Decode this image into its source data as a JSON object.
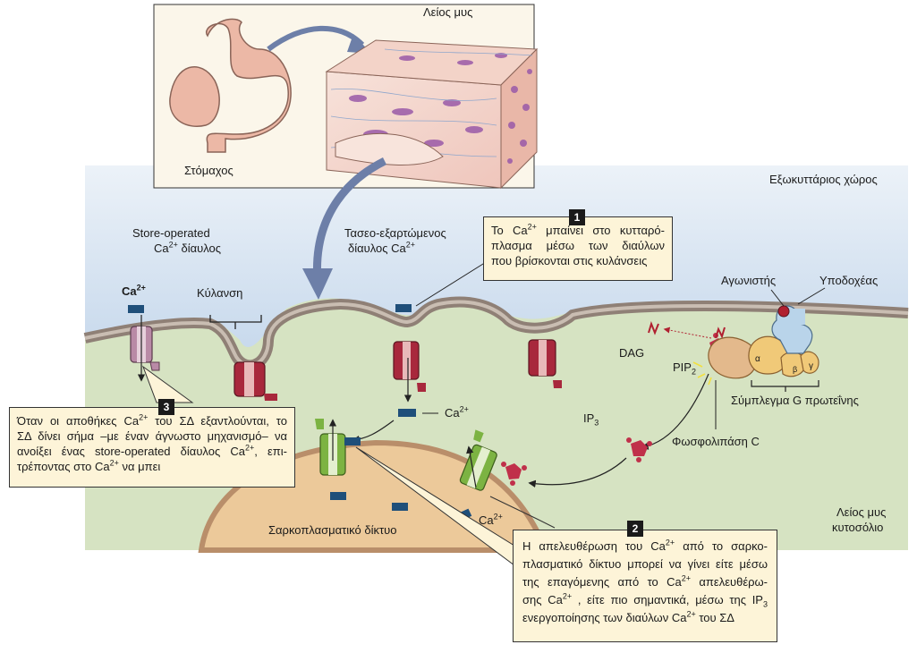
{
  "labels": {
    "smooth_muscle_top": "Λείος μυς",
    "stomach": "Στόμαχος",
    "extracellular": "Εξωκυττάριος χώρος",
    "store_operated_1": "Store-operated",
    "store_operated_2_pre": "Ca",
    "store_operated_2_sup": "2+",
    "store_operated_2_post": " δίαυλος",
    "ca_left_pre": "Ca",
    "ca_left_sup": "2+",
    "caveola": "Κύλανση",
    "stretch_1": "Τασεο-εξαρτώμενος",
    "stretch_2_pre": "δίαυλος Ca",
    "stretch_2_sup": "2+",
    "agonist": "Αγωνιστής",
    "receptor": "Υποδοχέας",
    "dag": "DAG",
    "pip2_pre": "PIP",
    "pip2_sub": "2",
    "g_protein": "Σύμπλεγμα G πρωτεΐνης",
    "alpha": "α",
    "beta": "β",
    "gamma": "γ",
    "ca_mid_pre": "Ca",
    "ca_mid_sup": "2+",
    "ip3_pre": "IP",
    "ip3_sub": "3",
    "phospholipase": "Φωσφολιπάση C",
    "ca_sr_pre": "Ca",
    "ca_sr_sup": "2+",
    "sarcoplasmic": "Σαρκοπλασματικό δίκτυο",
    "cytosol_1": "Λείος μυς",
    "cytosol_2": "κυτοσόλιο"
  },
  "callouts": {
    "c1": {
      "number": "1",
      "l1_a": "Το Ca",
      "l1_sup": "2+",
      "l1_b": " μπαίνει στο κυτταρό-",
      "l2": "πλασμα μέσω των διαύλων",
      "l3": "που βρίσκονται στις κυλάνσεις"
    },
    "c2": {
      "number": "2",
      "l1_a": "Η απελευθέρωση του Ca",
      "l1_sup": "2+",
      "l1_b": " από το σαρκο-",
      "l2": "πλασματικό δίκτυο μπορεί να γίνει είτε μέσω",
      "l3_a": "της επαγόμενης από το Ca",
      "l3_sup": "2+",
      "l3_b": " απελευθέρω-",
      "l4_a": "σης Ca",
      "l4_sup": "2+",
      "l4_b": " , είτε πιο σημαντικά, μέσω της IP",
      "l4_sub": "3",
      "l5_a": "ενεργοποίησης των διαύλων Ca",
      "l5_sup": "2+",
      "l5_b": " του ΣΔ"
    },
    "c3": {
      "number": "3",
      "l1_a": "Όταν οι αποθήκες Ca",
      "l1_sup": "2+",
      "l1_b": " του ΣΔ εξαντλούνται, το",
      "l2": "ΣΔ δίνει σήμα –με έναν άγνωστο μηχανισμό– να",
      "l3_a": "ανοίξει ένας store-operated δίαυλος Ca",
      "l3_sup": "2+",
      "l3_b": ", επι-",
      "l4_a": "τρέποντας στο Ca",
      "l4_sup": "2+",
      "l4_b": " να μπει"
    }
  },
  "colors": {
    "extracellular": "#dde9f4",
    "cytosol": "#d6e3c2",
    "membrane": "#8f8076",
    "sr_fill": "#ecc99a",
    "channel_red": "#a8283c",
    "channel_green": "#7cb342",
    "channel_pink": "#b98aa6",
    "ion": "#1f4f7a",
    "ip3": "#c0304a",
    "tissue": "#f4d8cf",
    "callout": "#fdf4d8"
  }
}
